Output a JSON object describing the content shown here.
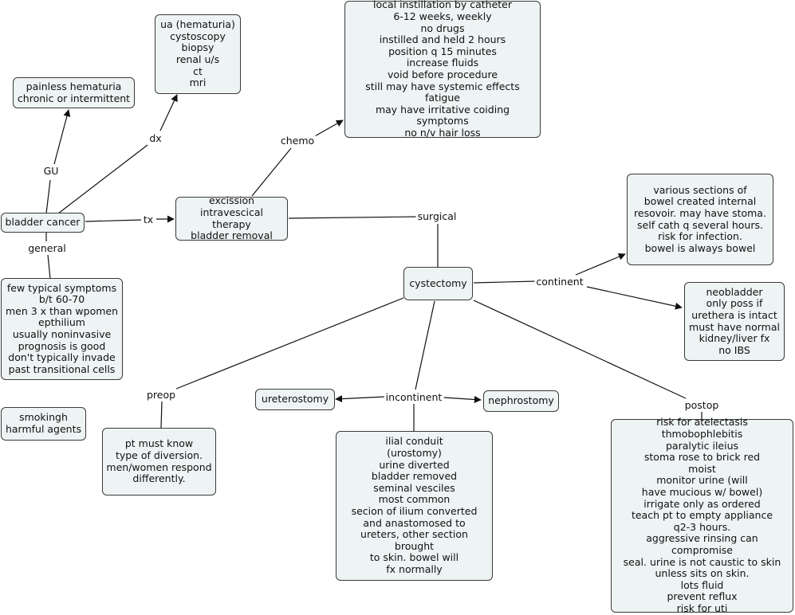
{
  "nodes": {
    "bladder_cancer": "bladder cancer",
    "painless_hematuria": "painless hematuria\nchronic or intermittent",
    "diagnostics": "ua (hematuria)\ncystoscopy\nbiopsy\nrenal u/s\nct\nmri",
    "chemo_details": "local instillation by catheter\n6-12 weeks, weekly\nno drugs\ninstilled and held 2 hours\nposition q 15 minutes\nincrease fluids\nvoid before procedure\nstill may have systemic effects\nfatigue\nmay have irritative coiding symptoms\nno n/v hair loss",
    "treatments": "excission\nintravescical therapy\nbladder removal",
    "general_facts": "few typical symptoms\nb/t 60-70\nmen 3 x than wpomen\nepthilium\nusually noninvasive\nprognosis is good\ndon't typically invade\npast transitional cells",
    "risk_factors": "smokingh\nharmful agents",
    "cystectomy": "cystectomy",
    "continent_reservoir": "various sections of\nbowel created internal\nresovoir.  may have stoma.\nself cath q several hours.\nrisk for infection.\nbowel is always bowel",
    "neobladder": "neobladder\nonly poss if\nurethera is intact\nmust have normal\nkidney/liver fx\nno IBS",
    "ureterostomy": "ureterostomy",
    "nephrostomy": "nephrostomy",
    "preop_details": "pt must know\ntype of diversion.\nmen/women respond\ndifferently.",
    "ileal_conduit": "ilial conduit\n(urostomy)\nurine diverted\nbladder removed\nseminal vesciles\nmost common\nsecion of ilium converted\nand anastomosed to\nureters, other section brought\nto skin.  bowel will\nfx normally",
    "postop_details": "risk for atelectasis\nthmobophlebitis\nparalytic ileius\nstoma rose to brick red\nmoist\nmonitor urine (will\nhave mucious w/ bowel)\nirrigate only as ordered\nteach pt to empty appliance\nq2-3 hours.\naggressive rinsing can compromise\nseal.  urine is not caustic to skin\nunless sits on skin.\nlots fluid\nprevent reflux\nrisk for uti"
  },
  "links": {
    "gu": "GU",
    "dx": "dx",
    "tx": "tx",
    "general": "general",
    "chemo": "chemo",
    "surgical": "surgical",
    "continent": "continent",
    "incontinent": "incontinent",
    "preop": "preop",
    "postop": "postop"
  }
}
